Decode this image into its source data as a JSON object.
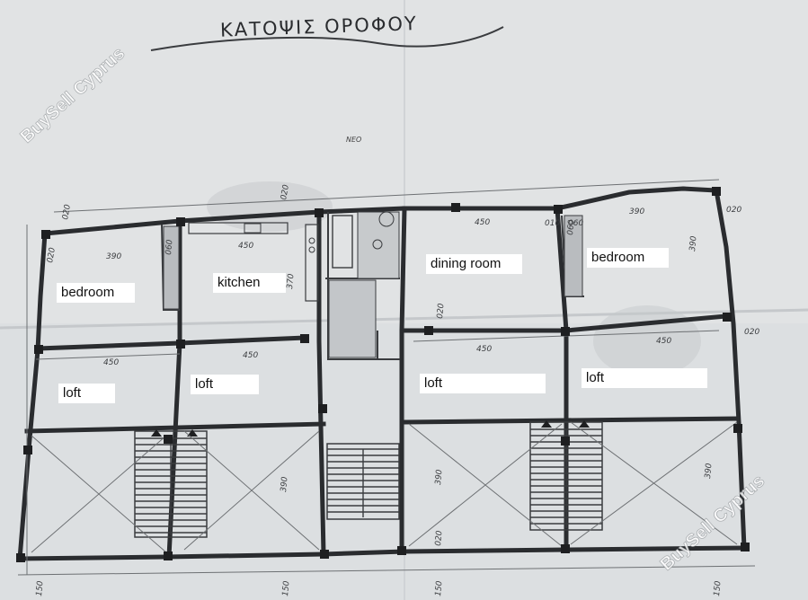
{
  "title": "ΚΑΤΟΨΙΣ ΟΡΟΦΟΥ",
  "watermark": "BuySell Cyprus",
  "north_note": "ΝΕΟ",
  "rooms": [
    {
      "id": "bedroom-left",
      "label": "bedroom"
    },
    {
      "id": "kitchen",
      "label": "kitchen"
    },
    {
      "id": "dining-room",
      "label": "dining room"
    },
    {
      "id": "bedroom-right",
      "label": "bedroom"
    },
    {
      "id": "loft-1",
      "label": "loft"
    },
    {
      "id": "loft-2",
      "label": "loft"
    },
    {
      "id": "loft-3",
      "label": "loft"
    },
    {
      "id": "loft-4",
      "label": "loft"
    }
  ],
  "dimensions": [
    "020",
    "390",
    "020",
    "450",
    "020",
    "450",
    "010",
    "060",
    "390",
    "020",
    "450",
    "450",
    "450",
    "450",
    "390",
    "390",
    "060",
    "060",
    "370",
    "390",
    "020",
    "020",
    "150",
    "150",
    "150",
    "150",
    "390",
    "020"
  ]
}
